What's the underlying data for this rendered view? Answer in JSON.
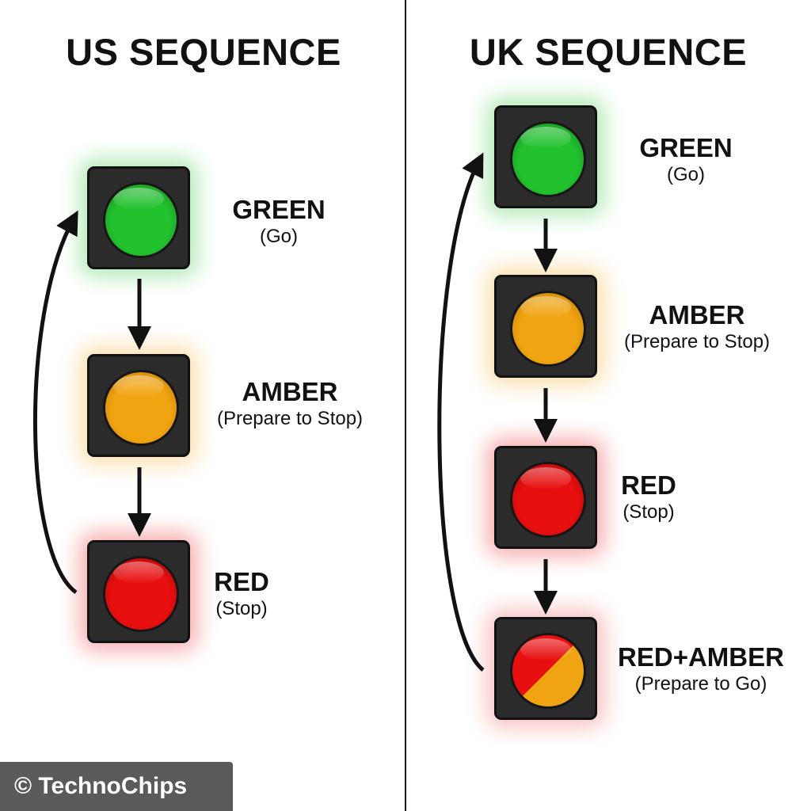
{
  "us": {
    "title": "US SEQUENCE",
    "steps": [
      {
        "name": "GREEN",
        "desc": "(Go)"
      },
      {
        "name": "AMBER",
        "desc": "(Prepare to Stop)"
      },
      {
        "name": "RED",
        "desc": "(Stop)"
      }
    ]
  },
  "uk": {
    "title": "UK SEQUENCE",
    "steps": [
      {
        "name": "GREEN",
        "desc": "(Go)"
      },
      {
        "name": "AMBER",
        "desc": "(Prepare to Stop)"
      },
      {
        "name": "RED",
        "desc": "(Stop)"
      },
      {
        "name": "RED+AMBER",
        "desc": "(Prepare to Go)"
      }
    ]
  },
  "colors": {
    "green": "#22c12e",
    "amber": "#f0a411",
    "red": "#e70f0f",
    "housing": "#2b2b2b"
  },
  "watermark": "© TechnoChips"
}
